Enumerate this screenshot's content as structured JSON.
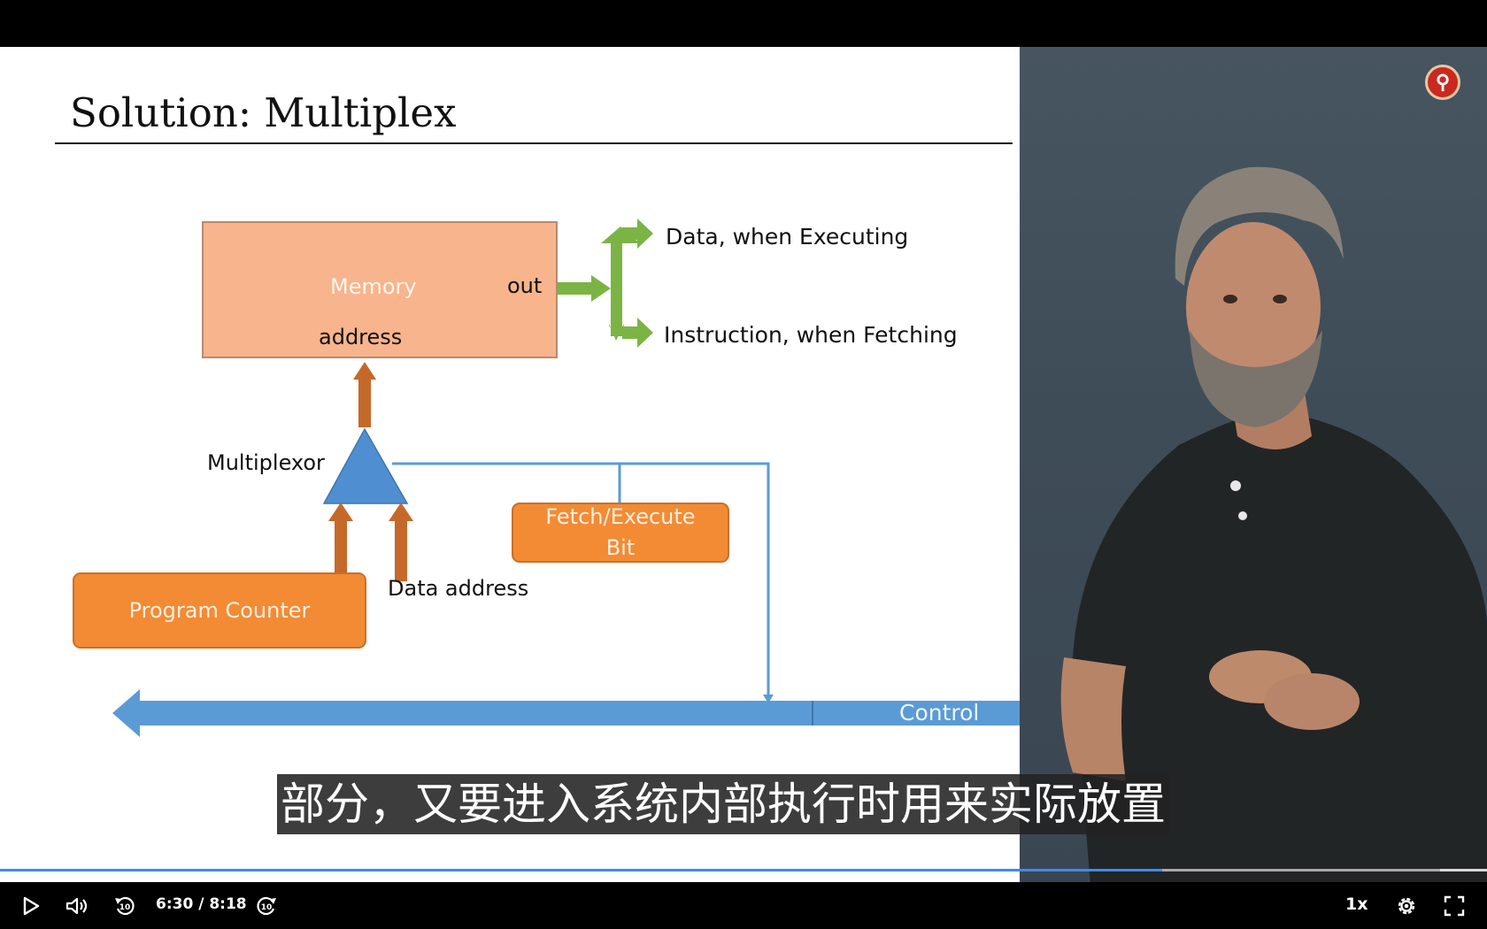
{
  "slide": {
    "title": "Solution: Multiplex",
    "memory_label": "Memory",
    "out_label": "out",
    "address_label": "address",
    "data_when_executing": "Data, when Executing",
    "instruction_when_fetching": "Instruction, when Fetching",
    "multiplexor_label": "Multiplexor",
    "fetch_execute_line1": "Fetch/Execute",
    "fetch_execute_line2": "Bit",
    "program_counter": "Program Counter",
    "data_address": "Data address",
    "control_label": "Control"
  },
  "subtitle": "部分，又要进入系统内部执行时用来实际放置",
  "player": {
    "current_time": "6:30",
    "duration": "8:18",
    "time_separator": " / ",
    "speed": "1x",
    "progress": 0.7818,
    "buffered": 0.9685,
    "progress_color": "#3b8bf0"
  },
  "colors": {
    "memory_fill": "#f8b48c",
    "orange_box": "#f28b34",
    "orange_arrow": "#c5692a",
    "green_arrow": "#7bb444",
    "blue": "#5b9bd5"
  },
  "icons": {
    "play": "play-icon",
    "volume": "volume-icon",
    "rewind": "rewind-10-icon",
    "forward": "forward-10-icon",
    "settings": "gear-icon",
    "fullscreen": "fullscreen-icon",
    "logo": "channel-logo-icon"
  }
}
